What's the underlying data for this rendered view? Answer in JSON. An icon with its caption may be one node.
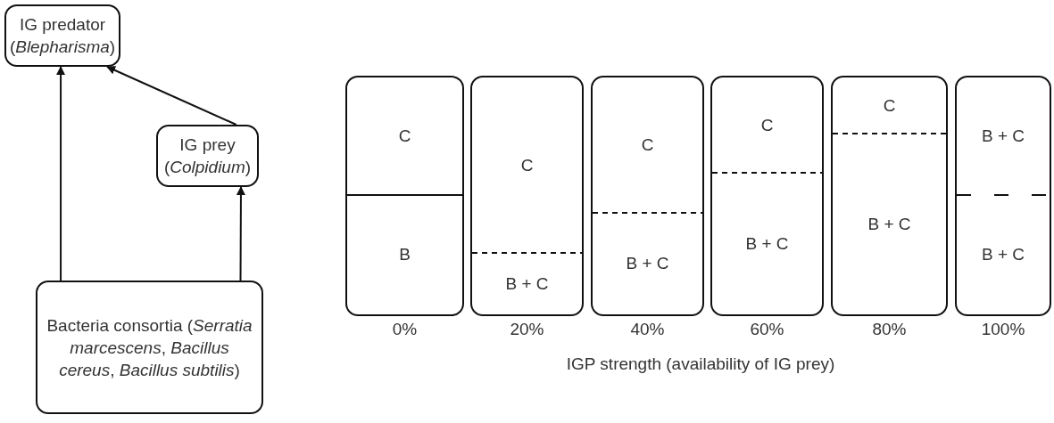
{
  "diagram": {
    "nodes": [
      {
        "text": [
          "IG predator (*Blepharisma*)"
        ]
      },
      {
        "text": [
          "IG prey (*Colpidium*)"
        ]
      },
      {
        "text": [
          "Bacteria consortia (*Serratia marcescens*, *Bacillus cereus*, *Bacillus subtilis*)"
        ]
      },
      {
        "text": [
          "C",
          "B"
        ],
        "beside": [
          "0%"
        ]
      },
      {
        "text": [
          "C",
          "B + C"
        ],
        "beside": [
          "20%"
        ]
      },
      {
        "text": [
          "C",
          "B + C"
        ],
        "beside": [
          "40%"
        ]
      },
      {
        "text": [
          "C",
          "B + C"
        ],
        "beside": [
          "60%"
        ]
      },
      {
        "text": [
          "C",
          "B + C"
        ],
        "beside": [
          "80%"
        ]
      },
      {
        "text": [
          "B + C",
          "B + C"
        ],
        "beside": [
          "100%"
        ]
      }
    ],
    "edges": [
      {
        "from": 2,
        "to": 0,
        "arrow": "to"
      },
      {
        "from": 2,
        "to": 1,
        "arrow": "to"
      },
      {
        "from": 1,
        "to": 0,
        "arrow": "to"
      }
    ],
    "labels": [
      "IGP strength (availability of IG prey)"
    ]
  }
}
